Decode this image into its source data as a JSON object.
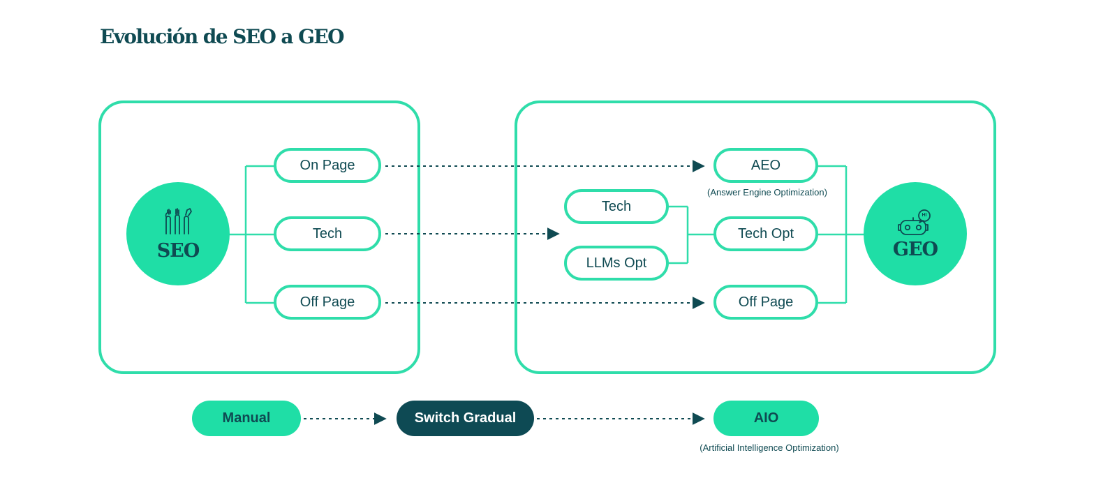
{
  "title": "Evolución de SEO a GEO",
  "seo_hub": {
    "label": "SEO",
    "icon": "raised-hands-icon"
  },
  "geo_hub": {
    "label": "GEO",
    "icon": "robot-chat-icon",
    "bubble_text": "HI"
  },
  "seo_branches": {
    "on_page": "On Page",
    "tech": "Tech",
    "off_page": "Off Page"
  },
  "geo_inputs": {
    "tech": "Tech",
    "llms_opt": "LLMs Opt"
  },
  "geo_branches": {
    "aeo": "AEO",
    "aeo_caption": "(Answer Engine Optimization)",
    "tech_opt": "Tech Opt",
    "off_page": "Off Page"
  },
  "timeline": {
    "manual": "Manual",
    "switch": "Switch Gradual",
    "aio": "AIO",
    "aio_caption": "(Artificial Intelligence Optimization)"
  },
  "colors": {
    "accent": "#1fdea6",
    "accent_border": "#2fddaa",
    "dark": "#0e4a54",
    "text": "#0f4a52"
  }
}
